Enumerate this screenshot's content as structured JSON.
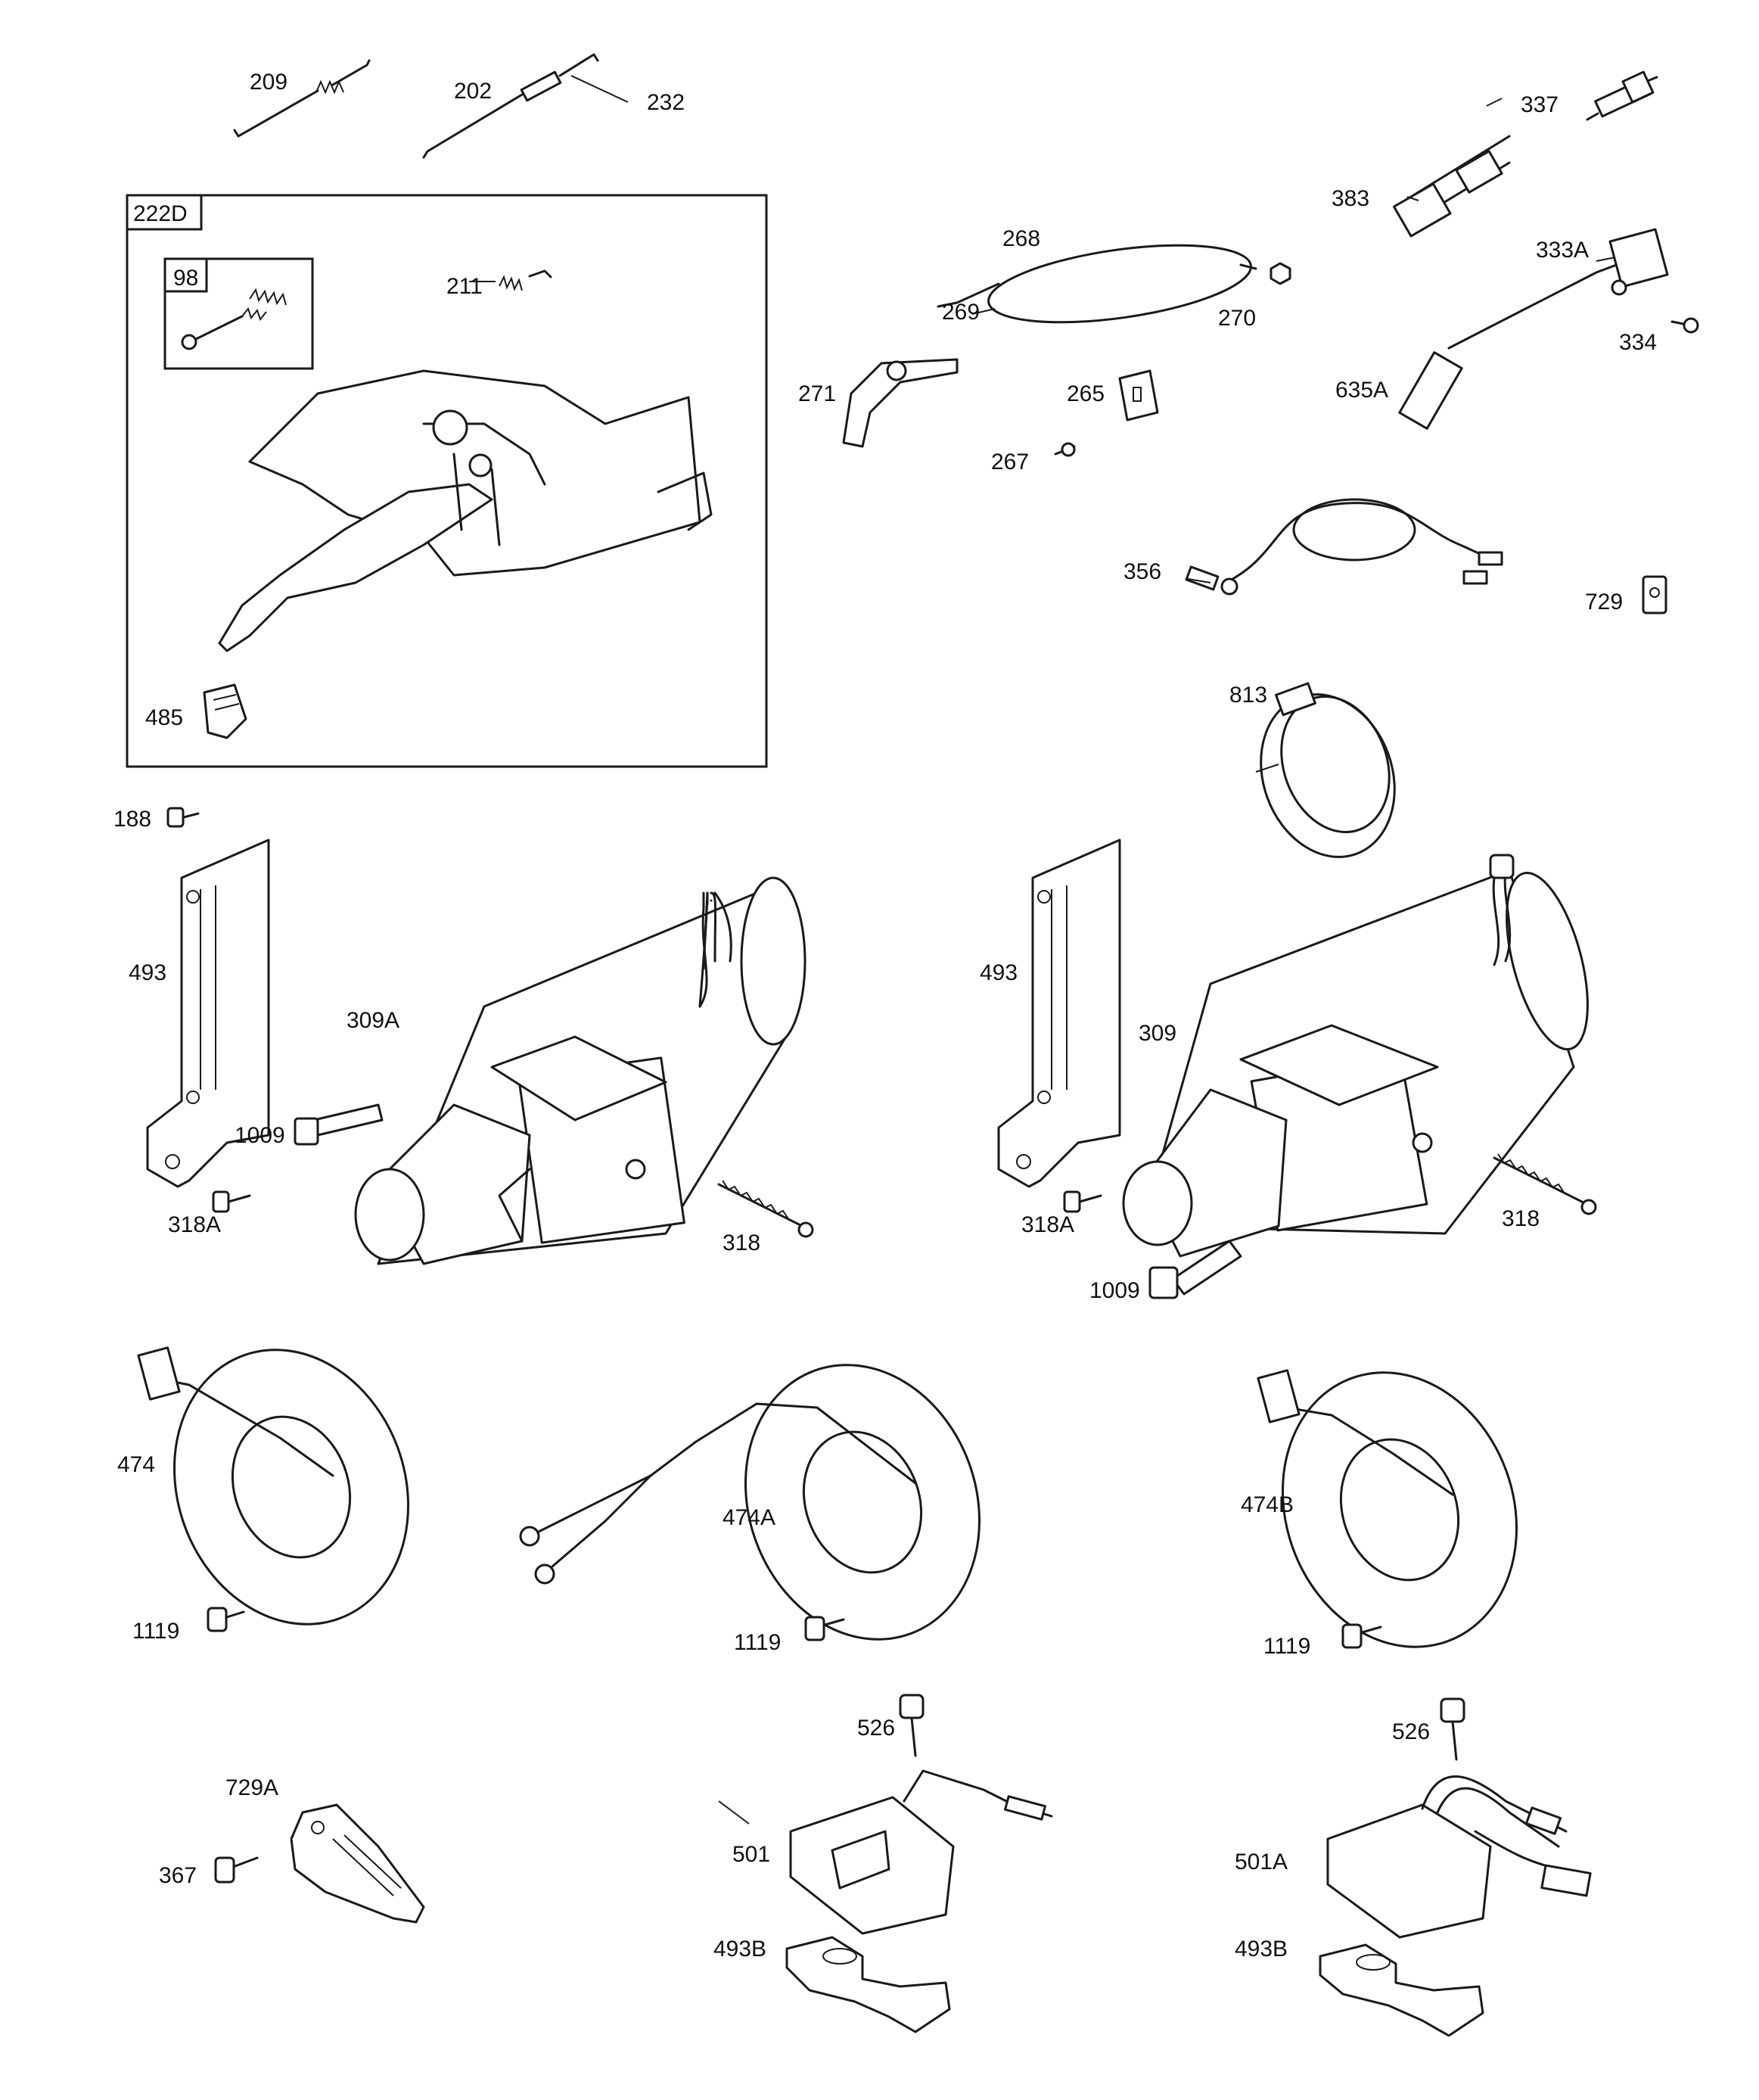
{
  "callouts": {
    "p209": "209",
    "p202": "202",
    "p232": "232",
    "p337": "337",
    "p383": "383",
    "p333A": "333A",
    "p334": "334",
    "p635A": "635A",
    "p268": "268",
    "p269": "269",
    "p270": "270",
    "p271": "271",
    "p265": "265",
    "p267": "267",
    "p356": "356",
    "p729": "729",
    "p813": "813",
    "p222D": "222D",
    "p98": "98",
    "p211": "211",
    "p485": "485",
    "p188": "188",
    "p493_left": "493",
    "p309A": "309A",
    "p1009_left": "1009",
    "p318A_left": "318A",
    "p318_left": "318",
    "p493_right": "493",
    "p309": "309",
    "p318A_right": "318A",
    "p318_right": "318",
    "p1009_right": "1009",
    "p474": "474",
    "p1119_left": "1119",
    "p474A": "474A",
    "p1119_mid": "1119",
    "p474B": "474B",
    "p1119_right": "1119",
    "p526_left": "526",
    "p526_right": "526",
    "p729A": "729A",
    "p367": "367",
    "p501": "501",
    "p501A": "501A",
    "p493B_left": "493B",
    "p493B_right": "493B"
  }
}
